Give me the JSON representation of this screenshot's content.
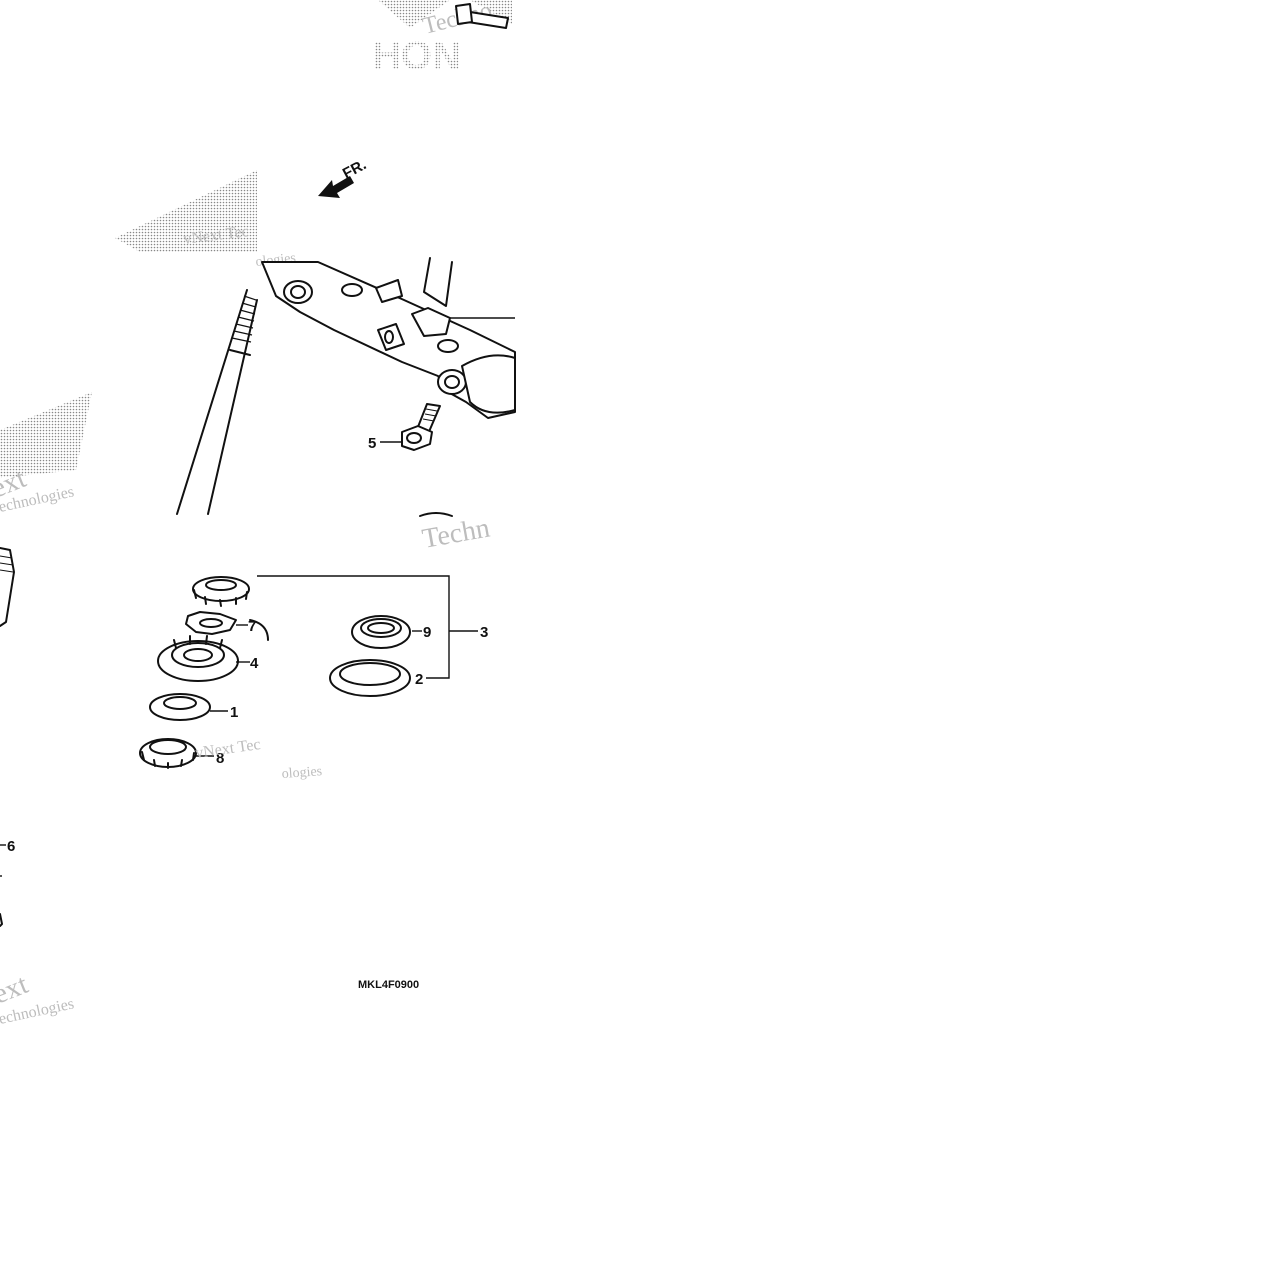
{
  "diagram": {
    "direction_label": "FR.",
    "part_code": "MKL4F0900",
    "brand_text": "HON",
    "callouts": {
      "c1": "1",
      "c2": "2",
      "c3": "3",
      "c4": "4",
      "c5": "5",
      "c6": "6",
      "c7": "7",
      "c8": "8",
      "c9": "9"
    },
    "watermarks": {
      "w1": "Techno",
      "w2": "vNext Tec",
      "w3": "ologies",
      "w4": "ext",
      "w5": "echnologies",
      "w6": "Techn",
      "w7": "vNext Tec",
      "w8": "ologies",
      "w9": "ext",
      "w10": "echnologies"
    }
  }
}
